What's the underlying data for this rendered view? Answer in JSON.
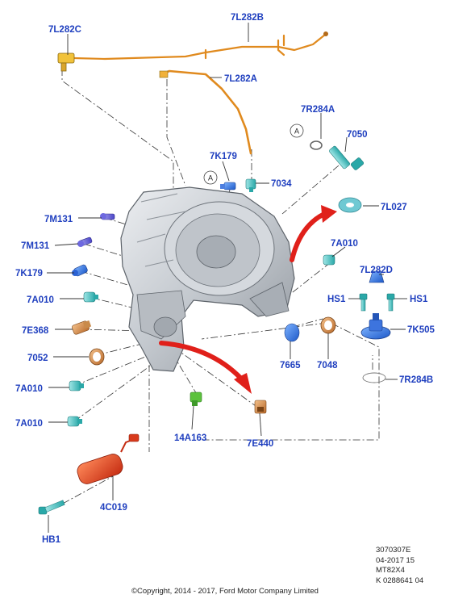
{
  "diagram": {
    "callouts": [
      {
        "id": "7L282C",
        "text": "7L282C"
      },
      {
        "id": "7L282B",
        "text": "7L282B"
      },
      {
        "id": "7L282A",
        "text": "7L282A"
      },
      {
        "id": "7R284A",
        "text": "7R284A"
      },
      {
        "id": "7050",
        "text": "7050"
      },
      {
        "id": "7K179a",
        "text": "7K179"
      },
      {
        "id": "7034",
        "text": "7034"
      },
      {
        "id": "7L027",
        "text": "7L027"
      },
      {
        "id": "7M131a",
        "text": "7M131"
      },
      {
        "id": "7M131b",
        "text": "7M131"
      },
      {
        "id": "7K179b",
        "text": "7K179"
      },
      {
        "id": "7A010a",
        "text": "7A010"
      },
      {
        "id": "7A010b",
        "text": "7A010"
      },
      {
        "id": "7L282D",
        "text": "7L282D"
      },
      {
        "id": "HS1a",
        "text": "HS1"
      },
      {
        "id": "HS1b",
        "text": "HS1"
      },
      {
        "id": "7E368",
        "text": "7E368"
      },
      {
        "id": "7K505",
        "text": "7K505"
      },
      {
        "id": "7052",
        "text": "7052"
      },
      {
        "id": "7665",
        "text": "7665"
      },
      {
        "id": "7048",
        "text": "7048"
      },
      {
        "id": "7R284B",
        "text": "7R284B"
      },
      {
        "id": "7A010c",
        "text": "7A010"
      },
      {
        "id": "7A010d",
        "text": "7A010"
      },
      {
        "id": "14A163",
        "text": "14A163"
      },
      {
        "id": "7E440",
        "text": "7E440"
      },
      {
        "id": "4C019",
        "text": "4C019"
      },
      {
        "id": "HB1",
        "text": "HB1"
      }
    ],
    "reference_marks": [
      "A",
      "A"
    ],
    "colors": {
      "label": "#1f3fbf",
      "harness": "#e08a1e",
      "arrow": "#e0201a",
      "fastener": "#3cc0c0",
      "housing": "#c9ced4"
    }
  },
  "footer": {
    "code_lines": [
      "3070307E",
      "04-2017 15",
      "MT82X4",
      "K 0288641 04"
    ],
    "copyright": "©Copyright, 2014 - 2017, Ford Motor Company Limited"
  }
}
